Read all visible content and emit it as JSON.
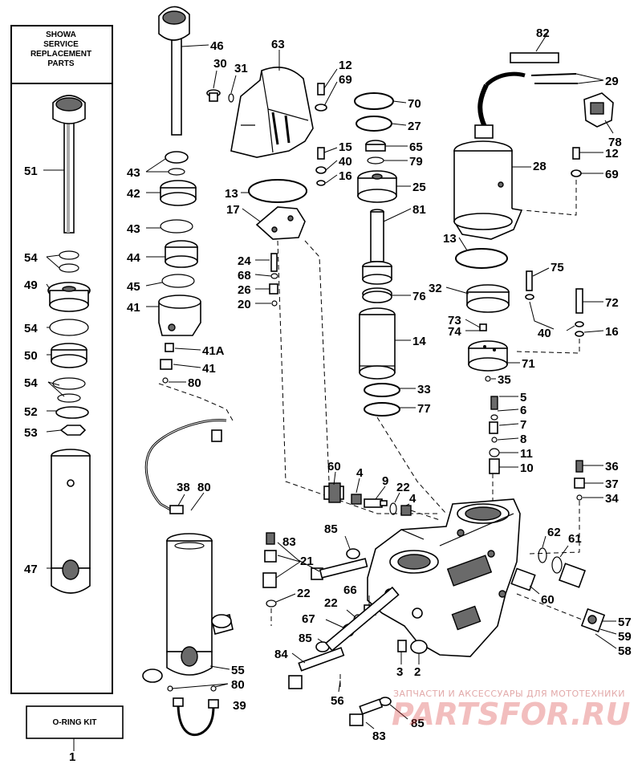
{
  "kit_box": {
    "title_lines": [
      "SHOWA",
      "SERVICE",
      "REPLACEMENT",
      "PARTS"
    ]
  },
  "o_ring_kit": {
    "label": "O-RING KIT"
  },
  "callouts": {
    "c82": "82",
    "c46": "46",
    "c63": "63",
    "c30": "30",
    "c31": "31",
    "c12a": "12",
    "c69a": "69",
    "c29": "29",
    "c70": "70",
    "c27": "27",
    "c78": "78",
    "c51": "51",
    "c43a": "43",
    "c15": "15",
    "c65": "65",
    "c40a": "40",
    "c79": "79",
    "c28": "28",
    "c12b": "12",
    "c13a": "13",
    "c16a": "16",
    "c69b": "69",
    "c42": "42",
    "c25": "25",
    "c17": "17",
    "c81": "81",
    "c43b": "43",
    "c13b": "13",
    "c54a": "54",
    "c44": "44",
    "c24": "24",
    "c75": "75",
    "c68": "68",
    "c49": "49",
    "c45": "45",
    "c26": "26",
    "c32": "32",
    "c76": "76",
    "c72": "72",
    "c41a": "41",
    "c20": "20",
    "c54b": "54",
    "c73": "73",
    "c74": "74",
    "c40b": "40",
    "c16b": "16",
    "c14": "14",
    "c41A": "41A",
    "c50": "50",
    "c71": "71",
    "c41b": "41",
    "c35": "35",
    "c54c": "54",
    "c80a": "80",
    "c33": "33",
    "c5": "5",
    "c6": "6",
    "c52": "52",
    "c77": "77",
    "c7": "7",
    "c53": "53",
    "c8": "8",
    "c11": "11",
    "c60a": "60",
    "c10": "10",
    "c36": "36",
    "c4a": "4",
    "c9": "9",
    "c37": "37",
    "c38": "38",
    "c80b": "80",
    "c22a": "22",
    "c4b": "4",
    "c34": "34",
    "c85a": "85",
    "c83a": "83",
    "c21": "21",
    "c62": "62",
    "c61": "61",
    "c47": "47",
    "c22b": "22",
    "c66": "66",
    "c60b": "60",
    "c22c": "22",
    "c67": "67",
    "c57": "57",
    "c59": "59",
    "c85b": "85",
    "c58": "58",
    "c84": "84",
    "c3": "3",
    "c2": "2",
    "c55": "55",
    "c80c": "80",
    "c56": "56",
    "c39": "39",
    "c85c": "85",
    "c83b": "83",
    "c1": "1"
  },
  "watermark": {
    "subtitle": "ЗАПЧАСТИ И АКСЕССУАРЫ ДЛЯ МОТОТЕХНИКИ",
    "logo": "PARTSFOR.RU"
  }
}
